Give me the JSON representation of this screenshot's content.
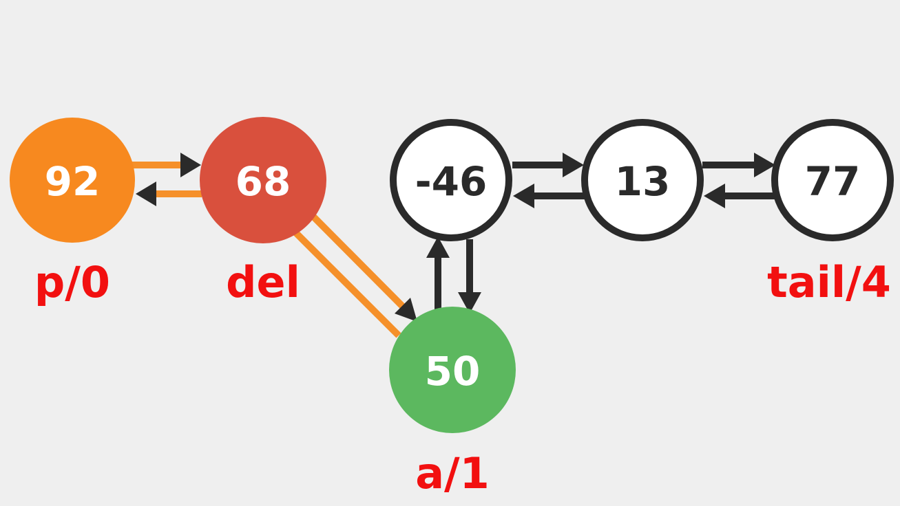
{
  "colors": {
    "background": "#efefef",
    "label_red": "#f21010",
    "edge_orange": "#f5902a",
    "edge_dark": "#2a2a2a",
    "node_orange": "#f7891f",
    "node_red": "#d9503d",
    "node_green": "#5cb85f",
    "node_white": "#ffffff",
    "text_light": "#ffffff",
    "text_dark": "#2a2a2a"
  },
  "nodes": [
    {
      "id": "n92",
      "value": "92",
      "label": "p/0",
      "style": "orange"
    },
    {
      "id": "n68",
      "value": "68",
      "label": "del",
      "style": "red"
    },
    {
      "id": "n50",
      "value": "50",
      "label": "a/1",
      "style": "green"
    },
    {
      "id": "n-46",
      "value": "-46",
      "label": "",
      "style": "white"
    },
    {
      "id": "n13",
      "value": "13",
      "label": "",
      "style": "white"
    },
    {
      "id": "n77",
      "value": "77",
      "label": "tail/4",
      "style": "white"
    }
  ],
  "edges": [
    {
      "from": "n92",
      "to": "n68",
      "color": "orange"
    },
    {
      "from": "n68",
      "to": "n92",
      "color": "orange"
    },
    {
      "from": "n68",
      "to": "n50",
      "color": "orange"
    },
    {
      "from": "n50",
      "to": "n68",
      "color": "orange"
    },
    {
      "from": "n50",
      "to": "n-46",
      "color": "dark"
    },
    {
      "from": "n-46",
      "to": "n50",
      "color": "dark"
    },
    {
      "from": "n-46",
      "to": "n13",
      "color": "dark"
    },
    {
      "from": "n13",
      "to": "n-46",
      "color": "dark"
    },
    {
      "from": "n13",
      "to": "n77",
      "color": "dark"
    },
    {
      "from": "n77",
      "to": "n13",
      "color": "dark"
    }
  ]
}
